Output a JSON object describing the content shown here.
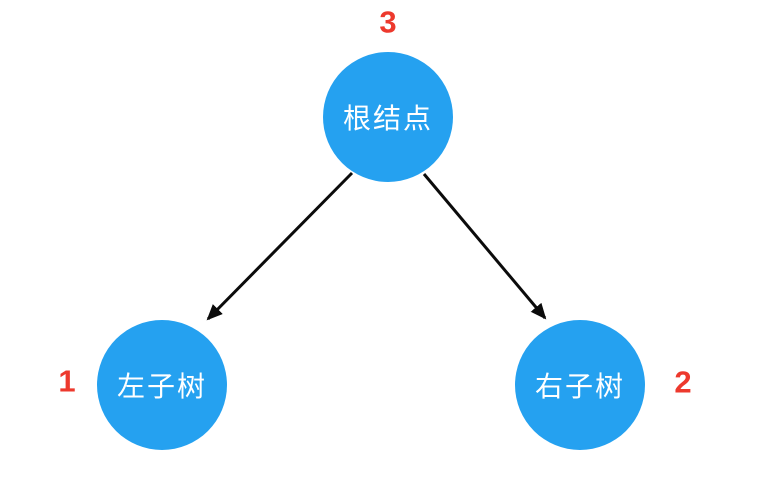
{
  "diagram": {
    "type": "binary-tree",
    "colors": {
      "node_fill": "#25a1f0",
      "node_text": "#ffffff",
      "number": "#ed392d",
      "arrow": "#0b0b0b",
      "background": "#ffffff"
    },
    "nodes": [
      {
        "id": "root",
        "label": "根结点",
        "number": "3",
        "number_side": "top"
      },
      {
        "id": "left",
        "label": "左子树",
        "number": "1",
        "number_side": "left"
      },
      {
        "id": "right",
        "label": "右子树",
        "number": "2",
        "number_side": "right"
      }
    ],
    "edges": [
      {
        "from": "root",
        "to": "left"
      },
      {
        "from": "root",
        "to": "right"
      }
    ]
  }
}
